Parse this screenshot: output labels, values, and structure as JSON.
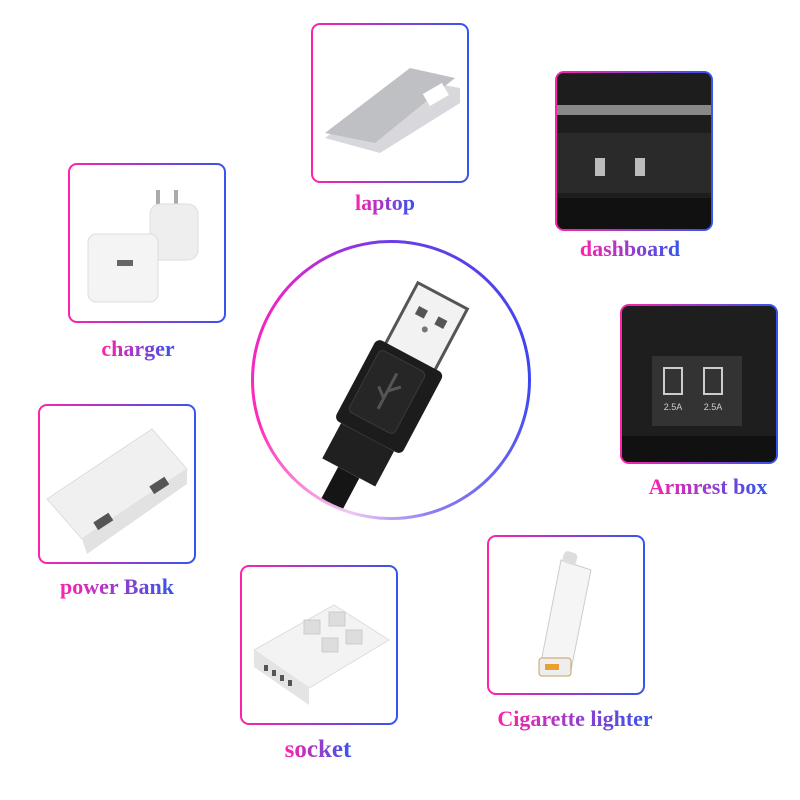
{
  "colors": {
    "gradient_start": "#ff22aa",
    "gradient_end": "#3355ee"
  },
  "center": {
    "icon": "usb-a-plug-icon"
  },
  "items": [
    {
      "label": "laptop",
      "icon": "laptop-icon"
    },
    {
      "label": "dashboard",
      "icon": "dashboard-usb-ports-icon"
    },
    {
      "label": "charger",
      "icon": "wall-charger-icon"
    },
    {
      "label": "Armrest box",
      "icon": "armrest-usb-ports-icon",
      "port_labels": [
        "2.5A",
        "2.5A"
      ]
    },
    {
      "label": "power Bank",
      "icon": "power-bank-icon"
    },
    {
      "label": "socket",
      "icon": "power-strip-icon"
    },
    {
      "label": "Cigarette lighter",
      "icon": "car-charger-icon"
    }
  ]
}
